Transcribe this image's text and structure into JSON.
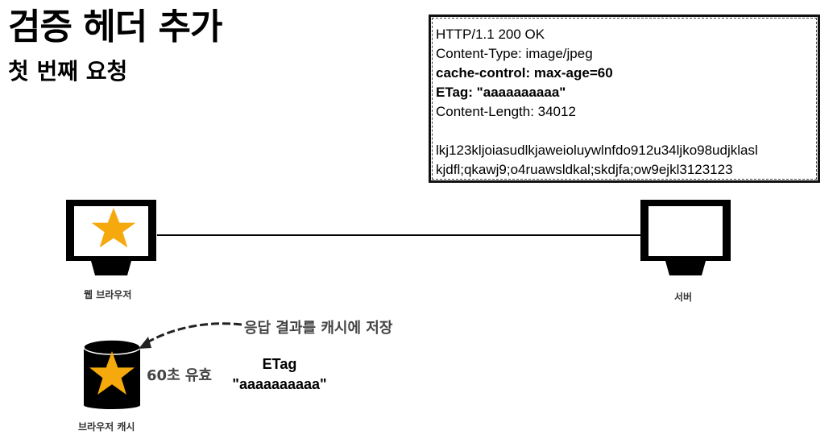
{
  "header": {
    "title": "검증 헤더 추가",
    "subtitle": "첫 번째 요청"
  },
  "response": {
    "lines": [
      {
        "text": "HTTP/1.1 200 OK",
        "bold": false
      },
      {
        "text": "Content-Type: image/jpeg",
        "bold": false
      },
      {
        "text": "cache-control: max-age=60",
        "bold": true
      },
      {
        "text": "ETag: \"aaaaaaaaaa\"",
        "bold": true
      },
      {
        "text": "Content-Length: 34012",
        "bold": false
      },
      {
        "text": "",
        "bold": false
      },
      {
        "text": "lkj123kljoiasudlkjaweioluywlnfdo912u34ljko98udjklasl",
        "bold": false
      },
      {
        "text": "kjdfl;qkawj9;o4ruawsldkal;skdjfa;ow9ejkl3123123",
        "bold": false
      }
    ]
  },
  "client": {
    "label": "웹 브라우저",
    "icon": "monitor-with-star-icon"
  },
  "server": {
    "label": "서버",
    "icon": "monitor-icon"
  },
  "cache": {
    "label": "브라우저 캐시",
    "icon": "database-with-star-icon",
    "annotation": "응답 결과를 캐시에 저장",
    "validity": "60초 유효",
    "etag_title": "ETag",
    "etag_value": "\"aaaaaaaaaa\""
  },
  "colors": {
    "star": "#f5a90d",
    "device": "#000000",
    "arrow": "#222222"
  }
}
